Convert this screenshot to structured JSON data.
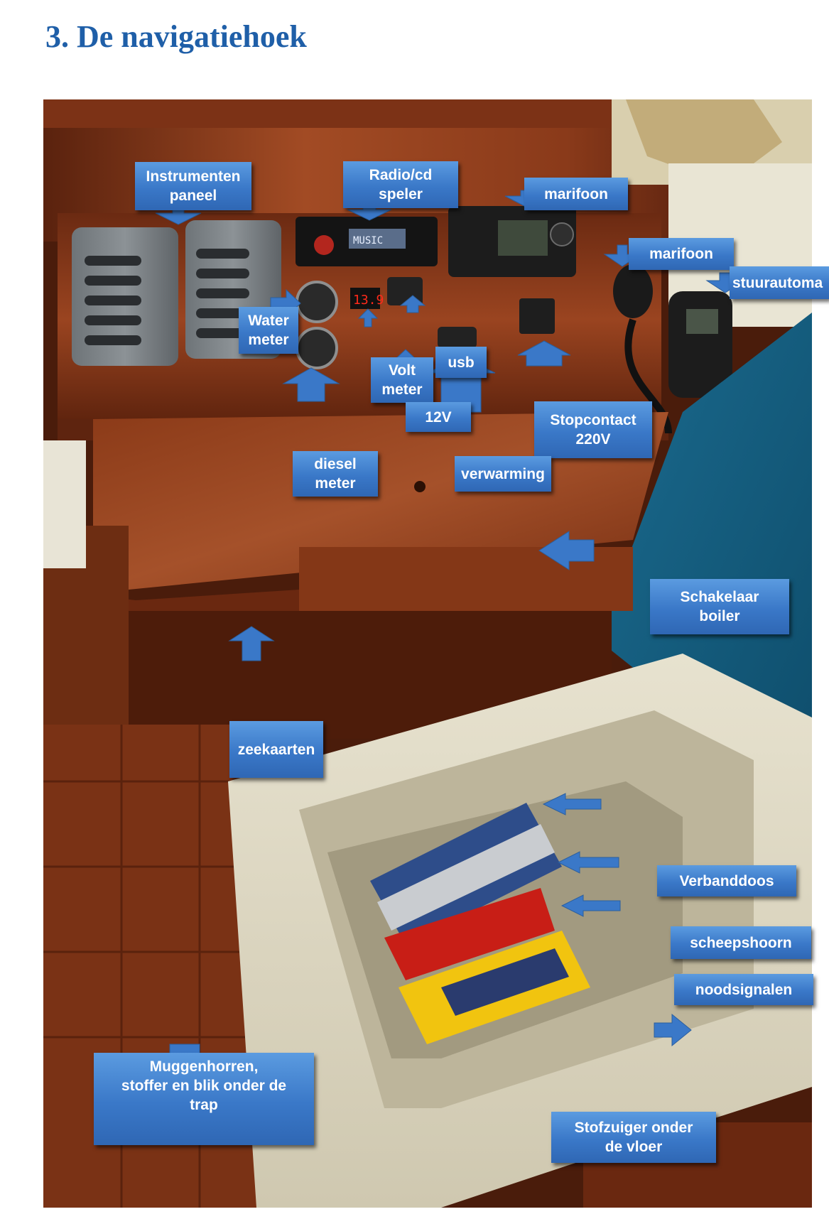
{
  "heading": "3. De navigatiehoek",
  "callouts": {
    "instrumenten": "Instrumenten\npaneel",
    "radio": "Radio/cd\nspeler",
    "marifoon_top": "marifoon",
    "marifoon_right": "marifoon",
    "stuurautomaat": "stuurautoma",
    "water": "Water\nmeter",
    "volt": "Volt\nmeter",
    "usb": "usb",
    "twelve": "12V",
    "stopcontact": "Stopcontact\n220V",
    "diesel": "diesel\nmeter",
    "verwarming": "verwarming",
    "boiler": "Schakelaar\nboiler",
    "zeekaarten": "zeekaarten",
    "verbanddoos": "Verbanddoos",
    "scheepshoorn": "scheepshoorn",
    "noodsignalen": "noodsignalen",
    "muggenhorren": "Muggenhorren,\nstoffer en blik onder de\ntrap",
    "stofzuiger": "Stofzuiger onder\nde vloer"
  },
  "display_readout": "13.9",
  "radio_screen": "MUSIC",
  "colors": {
    "heading": "#1f5fa8",
    "callout": "#3a78c8",
    "wood": "#8a3a1c"
  }
}
